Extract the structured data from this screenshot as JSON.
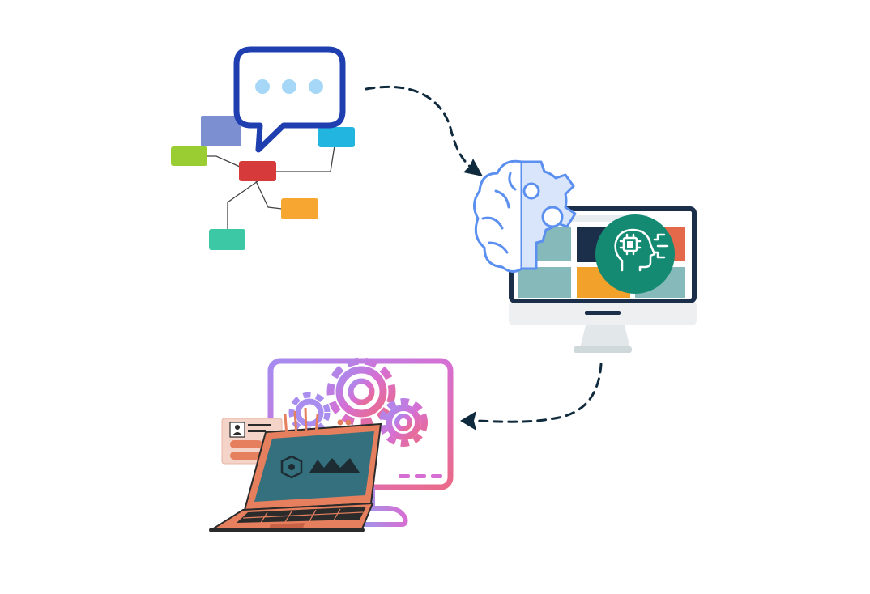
{
  "diagram": {
    "nodes": [
      {
        "id": "chat-mindmap",
        "icon": "chat-bubble-mindmap-icon"
      },
      {
        "id": "ai-brain-monitor",
        "icon": "ai-brain-monitor-icon"
      },
      {
        "id": "dev-laptop-gears",
        "icon": "laptop-gears-icon"
      }
    ],
    "edges": [
      {
        "from": "chat-mindmap",
        "to": "ai-brain-monitor",
        "style": "dashed-arrow"
      },
      {
        "from": "ai-brain-monitor",
        "to": "dev-laptop-gears",
        "style": "dashed-arrow"
      }
    ],
    "colors": {
      "arrow": "#0f2a3d",
      "bubble": "#1f3fb0",
      "dot": "#a7d7f7",
      "mm_purple": "#7b8fd1",
      "mm_green": "#9acd32",
      "mm_red": "#d63a3a",
      "mm_cyan": "#21b5e0",
      "mm_orange": "#f7a731",
      "mm_teal": "#3cc7a5",
      "brain": "#5b8ff0",
      "monitor_frame": "#1b2f4a",
      "ai_circle": "#148a72",
      "panel_orange": "#f2a12b",
      "panel_red": "#e4684a",
      "panel_teal": "#86b9b9",
      "panel_navy": "#1b2f4a",
      "gear_pink": "#d86ad0",
      "gear_purple": "#8f7be0",
      "laptop": "#e57f5d",
      "laptop_screen": "#35707e",
      "laptop_dark": "#2b2b2b"
    }
  }
}
